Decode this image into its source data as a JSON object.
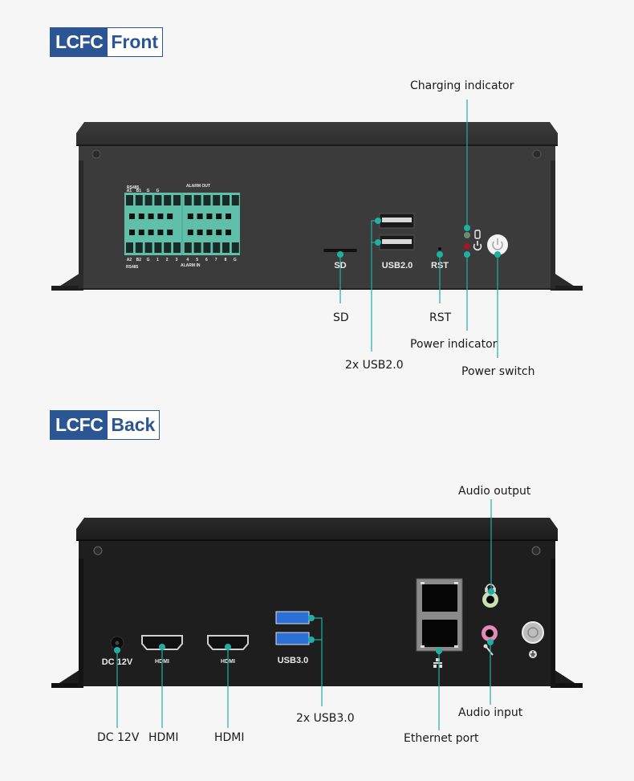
{
  "front": {
    "badge": {
      "brand": "LCFC",
      "section": "Front"
    },
    "panel_labels": {
      "sd": "SD",
      "usb": "USB2.0",
      "rst": "RST"
    },
    "terminal_block": {
      "top_labels": [
        "A1",
        "B1",
        "G",
        "G"
      ],
      "top_group": "RS485",
      "alarm_out": "ALARM OUT",
      "bottom_labels": [
        "A2",
        "B2",
        "G",
        "1",
        "2",
        "3",
        "4",
        "5",
        "6",
        "7",
        "8",
        "G"
      ],
      "bottom_group": "RS485",
      "alarm_in": "ALARM IN"
    },
    "callouts": {
      "charging_indicator": "Charging indicator",
      "sd": "SD",
      "rst": "RST",
      "power_indicator": "Power indicator",
      "usb": "2x USB2.0",
      "power_switch": "Power switch"
    }
  },
  "back": {
    "badge": {
      "brand": "LCFC",
      "section": "Back"
    },
    "panel_labels": {
      "dc": "DC 12V",
      "hdmi": "HDMI",
      "usb": "USB3.0"
    },
    "callouts": {
      "audio_output": "Audio output",
      "dc": "DC 12V",
      "hdmi1": "HDMI",
      "hdmi2": "HDMI",
      "usb": "2x USB3.0",
      "ethernet": "Ethernet port",
      "audio_input": "Audio input"
    }
  },
  "colors": {
    "accent": "#1fb0a4",
    "brand": "#2c5593",
    "terminal": "#5fbfa8"
  }
}
